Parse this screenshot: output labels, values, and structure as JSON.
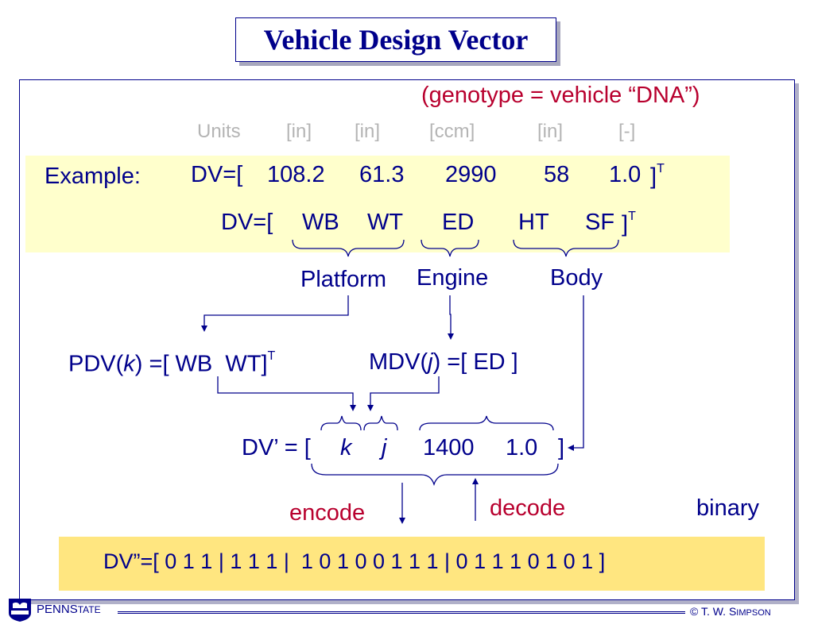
{
  "title": "Vehicle Design Vector",
  "subtitle": "(genotype = vehicle “DNA”)",
  "units": {
    "label": "Units",
    "values": [
      "[in]",
      "[in]",
      "[ccm]",
      "[in]",
      "[-]"
    ]
  },
  "example": {
    "label": "Example:",
    "prefix": "DV=[",
    "values": [
      "108.2",
      "61.3",
      "2990",
      "58",
      "1.0"
    ],
    "suffix": "]",
    "sup": "T"
  },
  "symbolic": {
    "prefix": "DV=[",
    "values": [
      "WB",
      "WT",
      "ED",
      "HT",
      "SF"
    ],
    "suffix": "]",
    "sup": "T"
  },
  "groups": [
    "Platform",
    "Engine",
    "Body"
  ],
  "pdv": {
    "name": "PDV(",
    "var": "k",
    "rest": ") =[ WB  WT]",
    "sup": "T"
  },
  "mdv": {
    "name": "MDV(",
    "var": "j",
    "rest": ") =[ ED ]"
  },
  "dv_prime": {
    "prefix": "DV’ = [",
    "k": "k",
    "j": "j",
    "values": [
      "1400",
      "1.0"
    ],
    "suffix": "]"
  },
  "encode_label": "encode",
  "decode_label": "decode",
  "binary_label": "binary",
  "dv_binary": "DV”=[ 0 1 1 | 1 1 1 |  1 0 1 0 0 1 1 1 | 0 1 1 1 0 1 0 1 ]",
  "footer": {
    "penn": "PENN",
    "state_s": "S",
    "state_rest": "TATE",
    "copyright_prefix": "© T. W. S",
    "copyright_rest": "IMPSON"
  },
  "colors": {
    "navy": "#00008b",
    "red": "#b8002e",
    "gray": "#b4b4b4",
    "band_light": "#ffffcc",
    "band_dark": "#ffe680"
  }
}
